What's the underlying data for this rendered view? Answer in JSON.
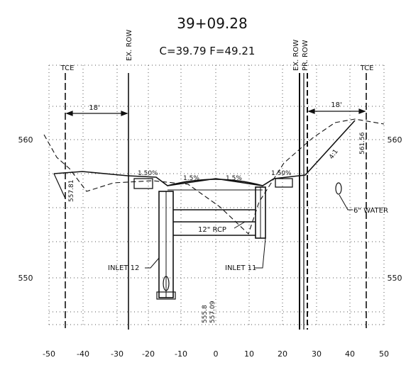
{
  "station": "39+09.28",
  "cut_fill": "C=39.79   F=49.21",
  "top_labels": {
    "tce_left": "TCE",
    "ex_row_left": "EX. ROW",
    "ex_row_right": "EX. ROW",
    "pr_row_right": "PR. ROW",
    "tce_right": "TCE"
  },
  "dims": {
    "left": "18'",
    "right": "18'"
  },
  "elev_labels": {
    "left": "557.81",
    "right": "561.56",
    "c1": "555.8",
    "c2": "557.09"
  },
  "slopes": [
    "1.50%",
    "1.5%",
    "1.5%",
    "1.50%"
  ],
  "side_slope": "4:1",
  "pipe": "12\" RCP",
  "inlets": {
    "left": "INLET 12",
    "right": "INLET 11"
  },
  "utility": "6\" WATER",
  "y_ticks": [
    "560",
    "550"
  ],
  "x_ticks": [
    "-50",
    "-40",
    "-30",
    "-20",
    "-10",
    "0",
    "10",
    "20",
    "30",
    "40",
    "50"
  ]
}
